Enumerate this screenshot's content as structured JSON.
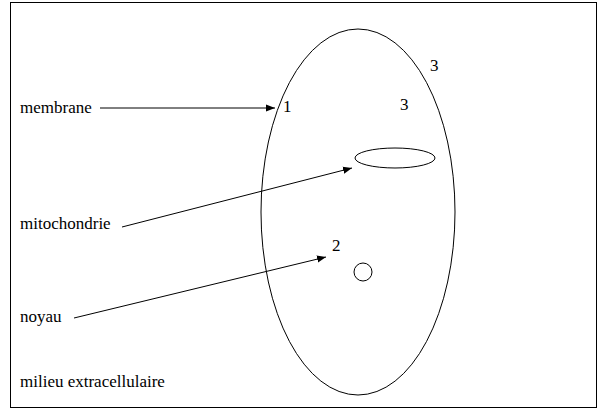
{
  "diagram": {
    "labels": [
      "3",
      "3",
      "membrane",
      "1",
      "mitochondrie",
      "noyau",
      "2",
      "milieu extracellulaire"
    ]
  }
}
